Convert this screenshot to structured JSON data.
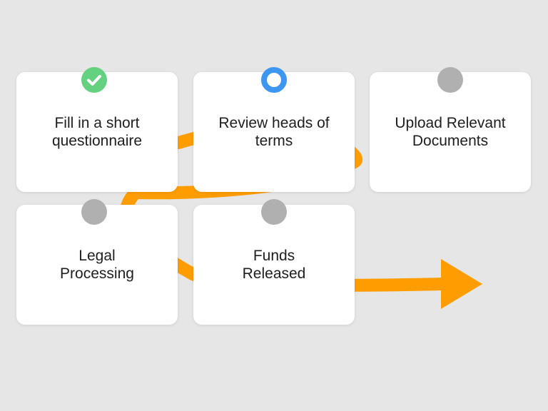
{
  "colors": {
    "background": "#e6e6e6",
    "card": "#ffffff",
    "path": "#ff9d00",
    "done": "#63d17f",
    "current": "#3d97f0",
    "pending": "#b0b0b0"
  },
  "steps": [
    {
      "label": "Fill in a short questionnaire",
      "status": "done",
      "icon": "check-icon"
    },
    {
      "label": "Review heads of terms",
      "status": "current",
      "icon": "ring-icon"
    },
    {
      "label": "Upload Relevant Documents",
      "status": "pending",
      "icon": "dot-icon"
    },
    {
      "label": "Legal Processing",
      "status": "pending",
      "icon": "dot-icon"
    },
    {
      "label": "Funds Released",
      "status": "pending",
      "icon": "dot-icon"
    }
  ]
}
